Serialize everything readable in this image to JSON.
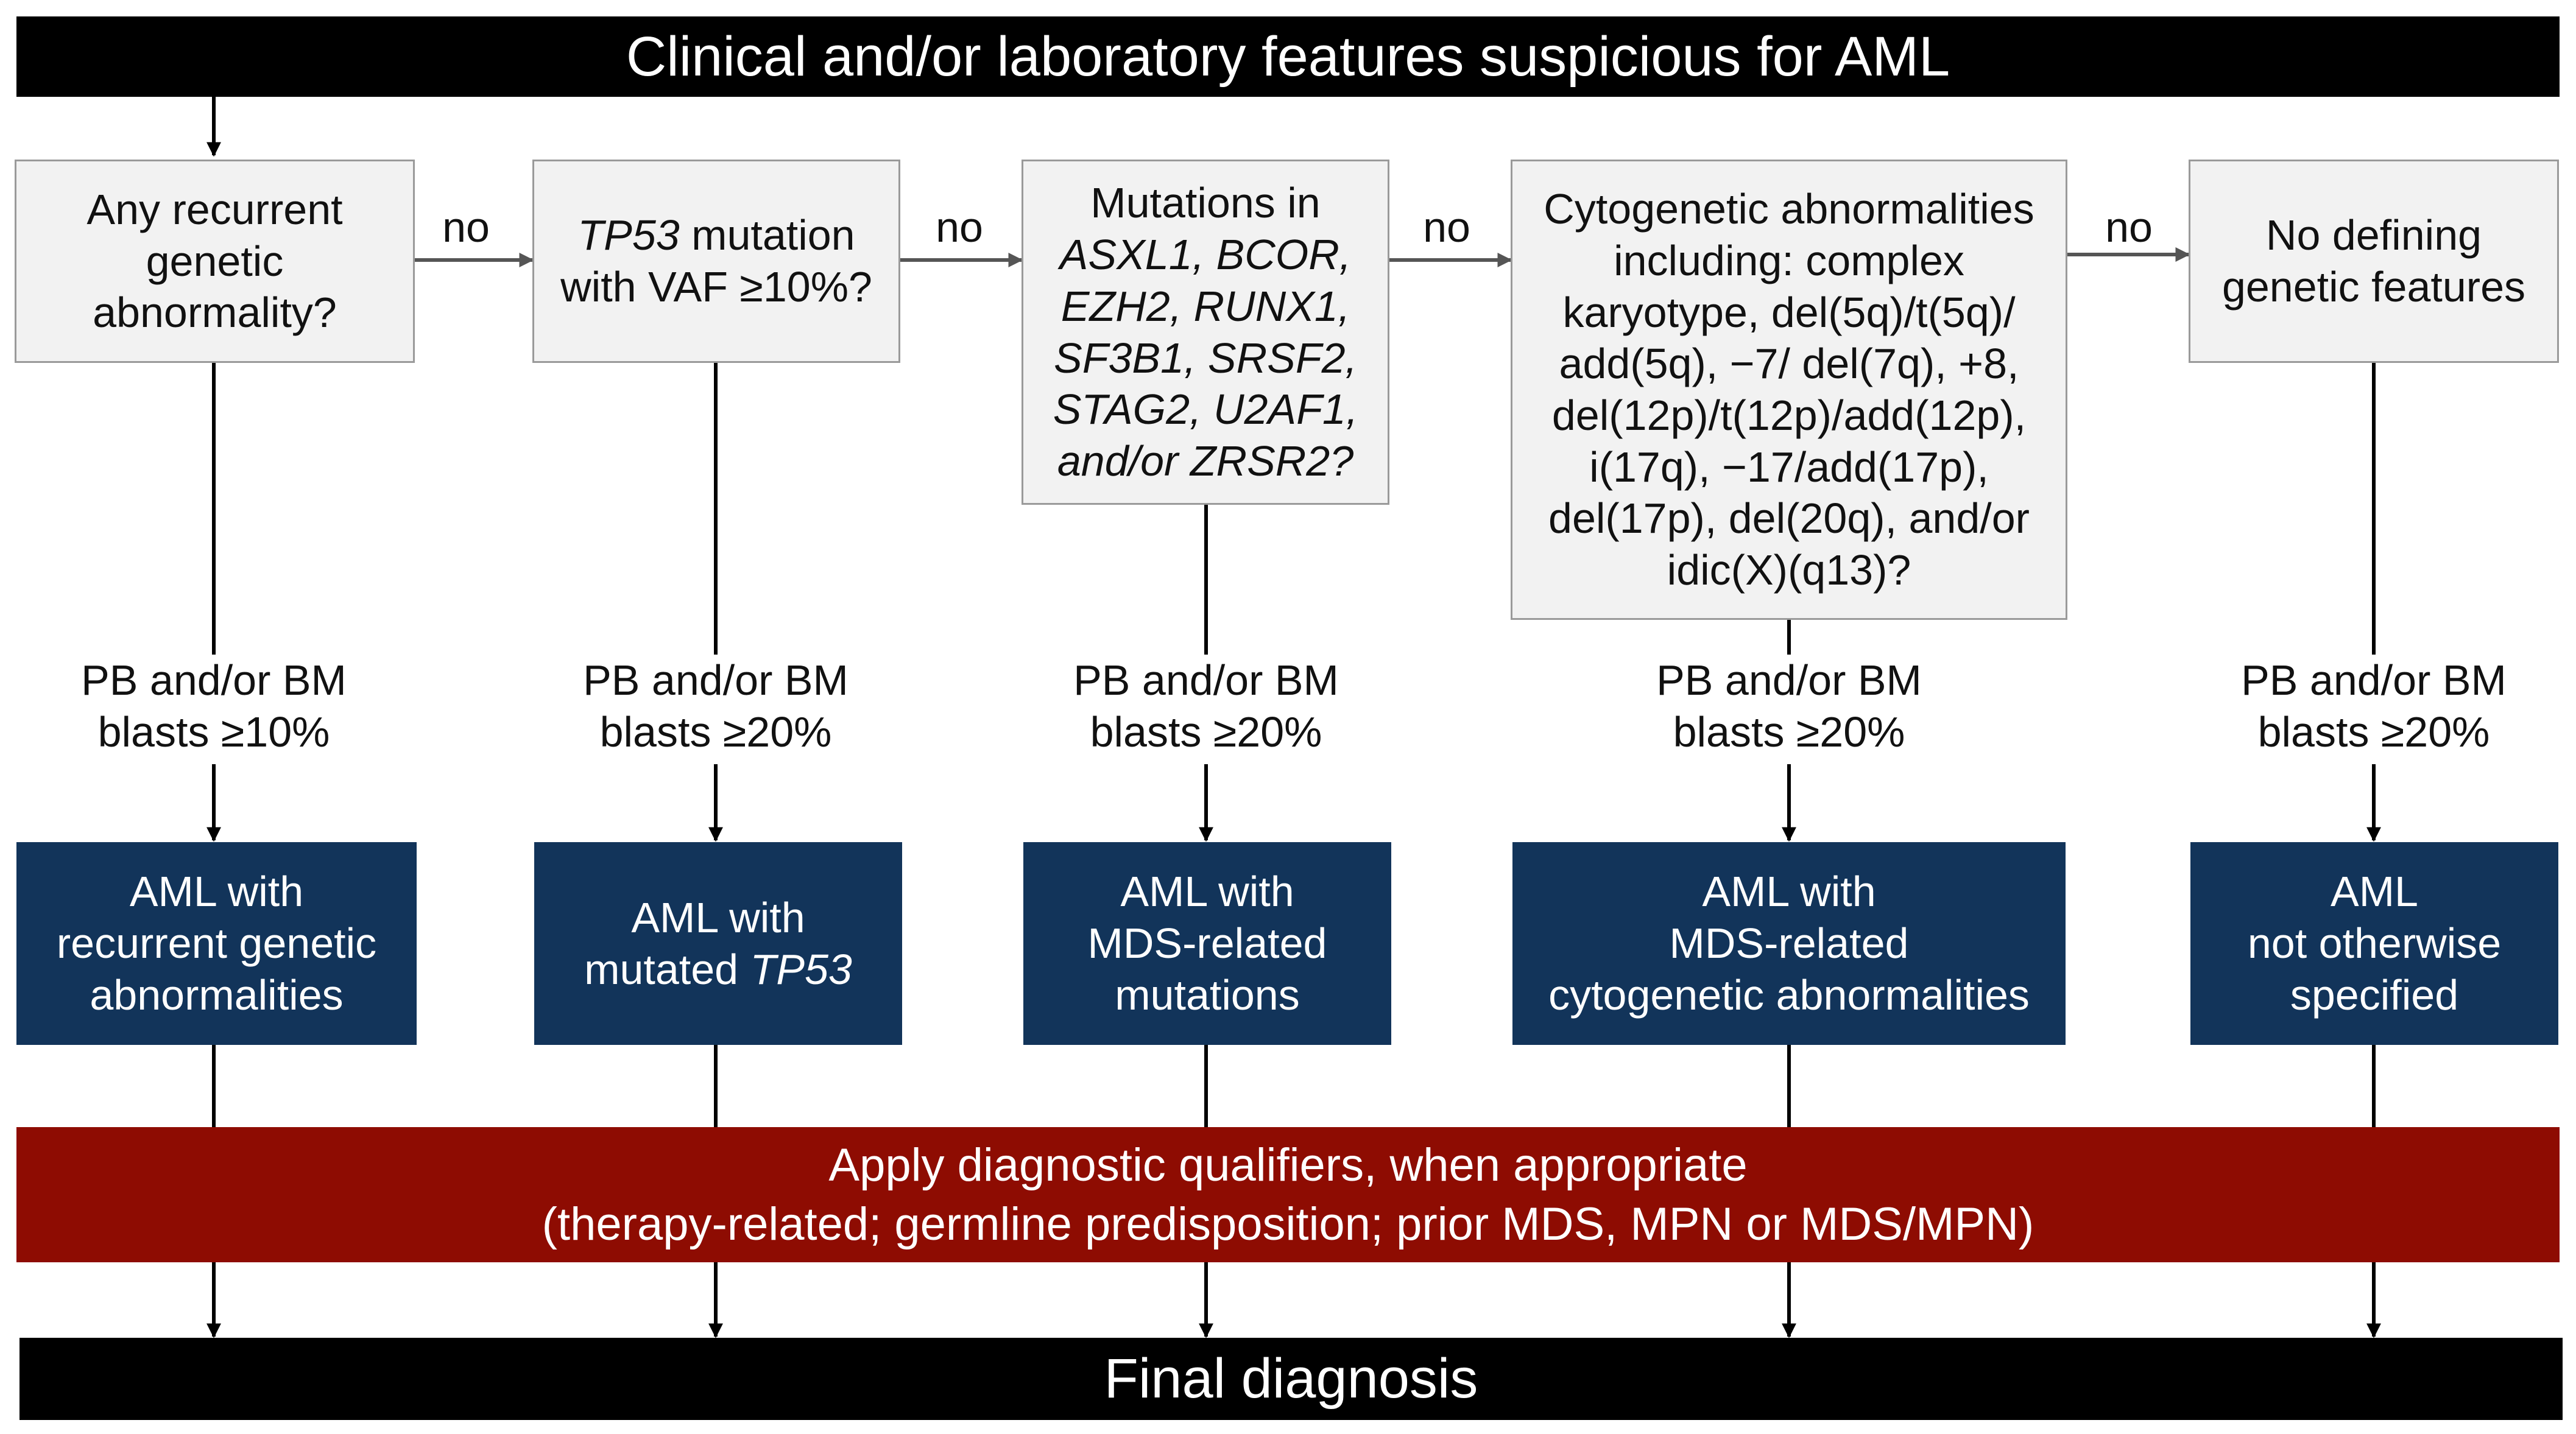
{
  "header": {
    "title": "Clinical and/or laboratory features suspicious for AML"
  },
  "questions": [
    {
      "lines": [
        [
          {
            "t": "Any recurrent",
            "i": false
          }
        ],
        [
          {
            "t": "genetic",
            "i": false
          }
        ],
        [
          {
            "t": "abnormality?",
            "i": false
          }
        ]
      ]
    },
    {
      "lines": [
        [
          {
            "t": "TP53",
            "i": true
          },
          {
            "t": " mutation",
            "i": false
          }
        ],
        [
          {
            "t": "with VAF ≥10%?",
            "i": false
          }
        ]
      ]
    },
    {
      "lines": [
        [
          {
            "t": "Mutations in",
            "i": false
          }
        ],
        [
          {
            "t": "ASXL1, BCOR,",
            "i": true
          }
        ],
        [
          {
            "t": "EZH2, RUNX1,",
            "i": true
          }
        ],
        [
          {
            "t": "SF3B1, SRSF2,",
            "i": true
          }
        ],
        [
          {
            "t": "STAG2, U2AF1,",
            "i": true
          }
        ],
        [
          {
            "t": "and/or ZRSR2?",
            "i": true
          }
        ]
      ]
    },
    {
      "lines": [
        [
          {
            "t": "Cytogenetic abnormalities",
            "i": false
          }
        ],
        [
          {
            "t": "including: complex",
            "i": false
          }
        ],
        [
          {
            "t": "karyotype, del(5q)/t(5q)/",
            "i": false
          }
        ],
        [
          {
            "t": "add(5q), −7/ del(7q), +8,",
            "i": false
          }
        ],
        [
          {
            "t": "del(12p)/t(12p)/add(12p),",
            "i": false
          }
        ],
        [
          {
            "t": "i(17q), −17/add(17p),",
            "i": false
          }
        ],
        [
          {
            "t": "del(17p), del(20q), and/or",
            "i": false
          }
        ],
        [
          {
            "t": "idic(X)(q13)?",
            "i": false
          }
        ]
      ]
    },
    {
      "lines": [
        [
          {
            "t": "No defining",
            "i": false
          }
        ],
        [
          {
            "t": "genetic features",
            "i": false
          }
        ]
      ]
    }
  ],
  "no_labels": [
    "no",
    "no",
    "no",
    "no"
  ],
  "blast_criteria": [
    {
      "line1": "PB and/or BM",
      "line2": "blasts ≥10%"
    },
    {
      "line1": "PB and/or BM",
      "line2": "blasts ≥20%"
    },
    {
      "line1": "PB and/or BM",
      "line2": "blasts ≥20%"
    },
    {
      "line1": "PB and/or BM",
      "line2": "blasts ≥20%"
    },
    {
      "line1": "PB and/or BM",
      "line2": "blasts ≥20%"
    }
  ],
  "diagnoses": [
    {
      "lines": [
        [
          {
            "t": "AML with",
            "i": false
          }
        ],
        [
          {
            "t": "recurrent genetic",
            "i": false
          }
        ],
        [
          {
            "t": "abnormalities",
            "i": false
          }
        ]
      ]
    },
    {
      "lines": [
        [
          {
            "t": "AML with",
            "i": false
          }
        ],
        [
          {
            "t": "mutated ",
            "i": false
          },
          {
            "t": "TP53",
            "i": true
          }
        ]
      ]
    },
    {
      "lines": [
        [
          {
            "t": "AML with",
            "i": false
          }
        ],
        [
          {
            "t": "MDS-related",
            "i": false
          }
        ],
        [
          {
            "t": "mutations",
            "i": false
          }
        ]
      ]
    },
    {
      "lines": [
        [
          {
            "t": "AML with",
            "i": false
          }
        ],
        [
          {
            "t": "MDS-related",
            "i": false
          }
        ],
        [
          {
            "t": "cytogenetic abnormalities",
            "i": false
          }
        ]
      ]
    },
    {
      "lines": [
        [
          {
            "t": "AML",
            "i": false
          }
        ],
        [
          {
            "t": "not otherwise",
            "i": false
          }
        ],
        [
          {
            "t": "specified",
            "i": false
          }
        ]
      ]
    }
  ],
  "qualifiers": {
    "line1": "Apply diagnostic qualifiers, when appropriate",
    "line2": "(therapy-related; germline predisposition; prior MDS, MPN or MDS/MPN)"
  },
  "footer": {
    "title": "Final diagnosis"
  },
  "colors": {
    "header_bg": "#000000",
    "question_box_bg": "#f2f2f2",
    "diagnosis_box_bg": "#12345a",
    "qualifier_bar_bg": "#8e0c02",
    "arrow_black": "#000000",
    "arrow_grey": "#555555"
  }
}
